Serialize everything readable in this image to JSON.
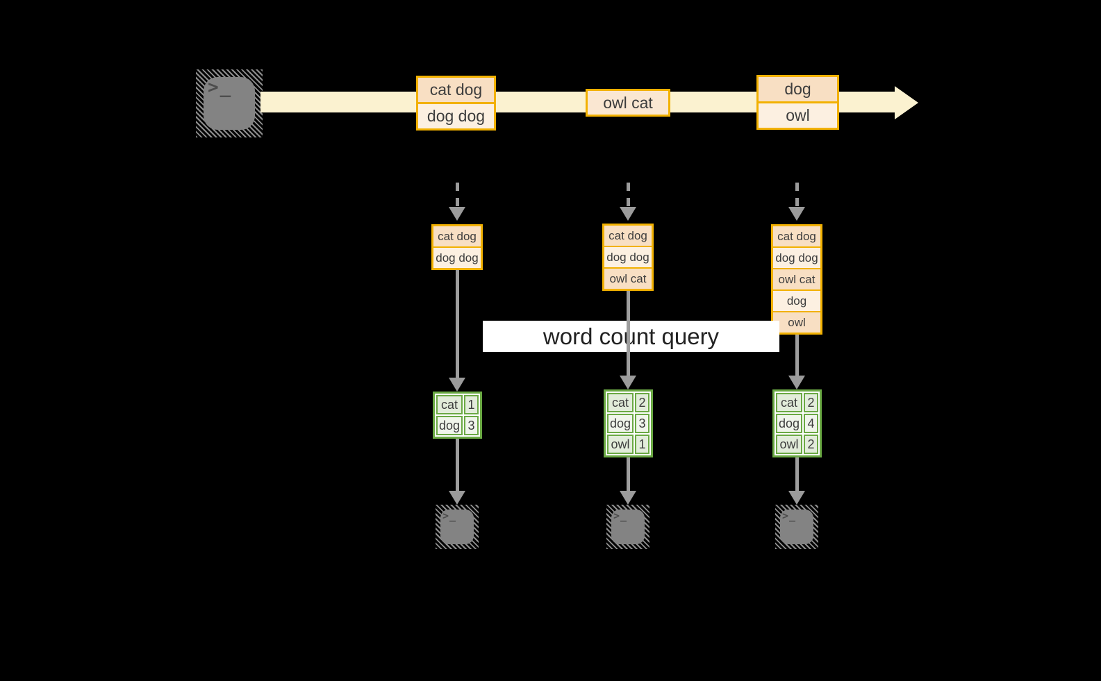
{
  "diagram": {
    "query_label": "word count query",
    "terminal_glyph": ">_",
    "stream_messages": [
      {
        "lines": [
          "cat dog",
          "dog dog"
        ]
      },
      {
        "lines": [
          "owl cat"
        ]
      },
      {
        "lines": [
          "dog",
          "owl"
        ]
      }
    ],
    "columns": [
      {
        "state_rows": [
          "cat dog",
          "dog dog"
        ],
        "count_rows": [
          {
            "word": "cat",
            "count": "1"
          },
          {
            "word": "dog",
            "count": "3"
          }
        ]
      },
      {
        "state_rows": [
          "cat dog",
          "dog dog",
          "owl cat"
        ],
        "count_rows": [
          {
            "word": "cat",
            "count": "2"
          },
          {
            "word": "dog",
            "count": "3"
          },
          {
            "word": "owl",
            "count": "1"
          }
        ]
      },
      {
        "state_rows": [
          "cat dog",
          "dog dog",
          "owl cat",
          "dog",
          "owl"
        ],
        "count_rows": [
          {
            "word": "cat",
            "count": "2"
          },
          {
            "word": "dog",
            "count": "4"
          },
          {
            "word": "owl",
            "count": "2"
          }
        ]
      }
    ],
    "colors": {
      "background": "#000000",
      "stream_band": "#FBF2D0",
      "box_border": "#F2B100",
      "box_fill_dark": "#F8DFC3",
      "box_fill_light": "#FCF0E1",
      "table_border": "#6BA944",
      "table_fill_dark": "#E2ECDA",
      "table_fill_light": "#F0F5EB",
      "connector_gray": "#9E9E9E",
      "terminal_gray": "#838383",
      "label_bg": "#FFFFFF"
    }
  }
}
